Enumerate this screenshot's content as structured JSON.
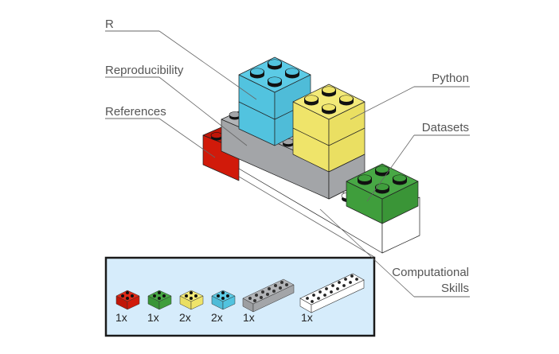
{
  "diagram": {
    "title": "Lego brick model of reproducible research components",
    "labels": [
      {
        "id": "r",
        "text": "R",
        "brick": "blue-2x2-top"
      },
      {
        "id": "reproducibility",
        "text": "Reproducibility",
        "brick": "grey-2x6"
      },
      {
        "id": "references",
        "text": "References",
        "brick": "red-2x2"
      },
      {
        "id": "python",
        "text": "Python",
        "brick": "yellow-2x2-top"
      },
      {
        "id": "datasets",
        "text": "Datasets",
        "brick": "green-2x2"
      },
      {
        "id": "computational_skills",
        "text": "Computational Skills",
        "line1": "Computational",
        "line2": "Skills",
        "brick": "white-2x8"
      }
    ],
    "colors": {
      "red": "#d11a0a",
      "green": "#3f9e3c",
      "yellow": "#efe46a",
      "blue": "#52c3df",
      "grey": "#a3a5a8",
      "white": "#ffffff",
      "legend_bg": "#d6ecfb",
      "legend_border": "#1a1a1a"
    }
  },
  "legend": {
    "items": [
      {
        "name": "red-2x2-brick",
        "color": "red",
        "size": "2x2",
        "count": "1x"
      },
      {
        "name": "green-2x2-brick",
        "color": "green",
        "size": "2x2",
        "count": "1x"
      },
      {
        "name": "yellow-2x2-brick",
        "color": "yellow",
        "size": "2x2",
        "count": "2x"
      },
      {
        "name": "blue-2x2-brick",
        "color": "blue",
        "size": "2x2",
        "count": "2x"
      },
      {
        "name": "grey-2x6-brick",
        "color": "grey",
        "size": "2x6",
        "count": "1x"
      },
      {
        "name": "white-2x8-brick",
        "color": "white",
        "size": "2x8",
        "count": "1x"
      }
    ]
  }
}
